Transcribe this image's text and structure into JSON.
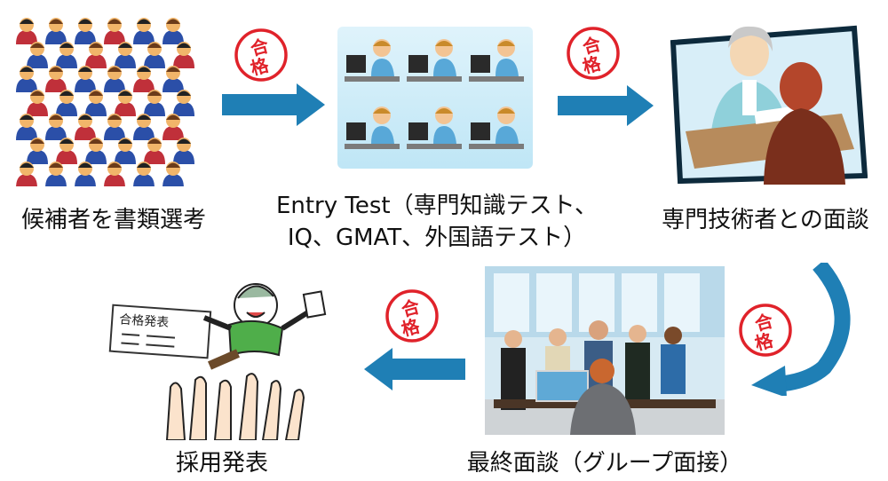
{
  "steps": {
    "document_screening": {
      "label": "候補者を書類選考"
    },
    "entry_test": {
      "label_line1": "Entry Test（専門知識テスト、",
      "label_line2": "IQ、GMAT、外国語テスト）"
    },
    "technical_interview": {
      "label": "専門技術者との面談"
    },
    "final_interview": {
      "label": "最終面談（グループ面接）"
    },
    "announcement": {
      "label": "採用発表",
      "paper_text": "合格発表"
    }
  },
  "pass_stamp": {
    "text_top": "合",
    "text_bottom": "格",
    "color": "#e0222a"
  },
  "arrow_color": "#1f7fb5"
}
